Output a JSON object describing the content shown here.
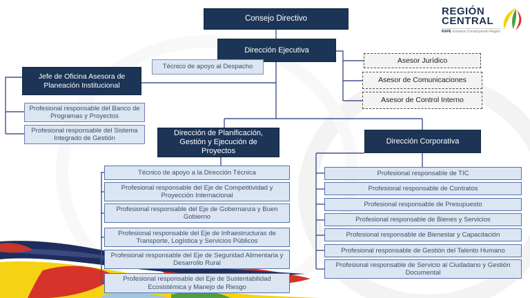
{
  "logo": {
    "title_line1": "REGIÓN",
    "title_line2": "CENTRAL",
    "tagline_brand": "RAPE",
    "tagline_text": "Estamos Construyendo Región"
  },
  "org": {
    "consejo": "Consejo Directivo",
    "ejecutiva": "Dirección Ejecutiva",
    "tecnico_despacho": "Técnico de apoyo al Despacho",
    "jefe_oficina": "Jefe de Oficina Asesora de Planeación Institucional",
    "jefe_children": [
      "Profesional responsable del Banco de Programas y Proyectos",
      "Profesional responsable del Sistema Integrado de Gestión"
    ],
    "asesores": [
      "Asesor Jurídico",
      "Asesor de Comunicaciones",
      "Asesor de Control Interno"
    ],
    "planificacion": "Dirección de Planificación, Gestión y Ejecución de Proyectos",
    "planificacion_children": [
      "Técnico de apoyo a la Dirección Técnica",
      "Profesional responsable del Eje de Competitividad y Proyección Internacional",
      "Profesional responsable del Eje de Gobernanza y Buen Gobierno",
      "Profesional responsable del Eje de Infraestructuras de Transporte, Logística y Servicios Públicos",
      "Profesional responsable del Eje de Seguridad Alimentaria y Desarrollo Rural",
      "Profesional responsable del Eje de Sustentabilidad Ecosistémica y Manejo de Riesgo"
    ],
    "corporativa": "Dirección Corporativa",
    "corporativa_children": [
      "Profesional responsable de TIC",
      "Profesional responsable de Contratos",
      "Profesional responsable de Presupuesto",
      "Profesional responsable de Bienes y Servicios",
      "Profesional responsable de Bienestar y Capacitación",
      "Profesional responsable de Gestión del Talento Humano",
      "Profesional responsable de Servicio al Ciudadano y Gestión Documental"
    ]
  },
  "colors": {
    "navy_box": "#1c3456",
    "light_box_fill": "#dbe6f2",
    "light_box_border_blue": "#5472ae",
    "light_box_border_purple": "#7477b7",
    "asesor_fill": "#f3f3f3",
    "asesor_border": "#4a4a4a",
    "connector": "#44518f",
    "flag_yellow": "#f5d213",
    "flag_red": "#d8332a",
    "flag_navy": "#1f2d5c",
    "flag_green": "#4f9e45",
    "flag_blue": "#9fc6dd",
    "logo_navy": "#1b3150"
  }
}
